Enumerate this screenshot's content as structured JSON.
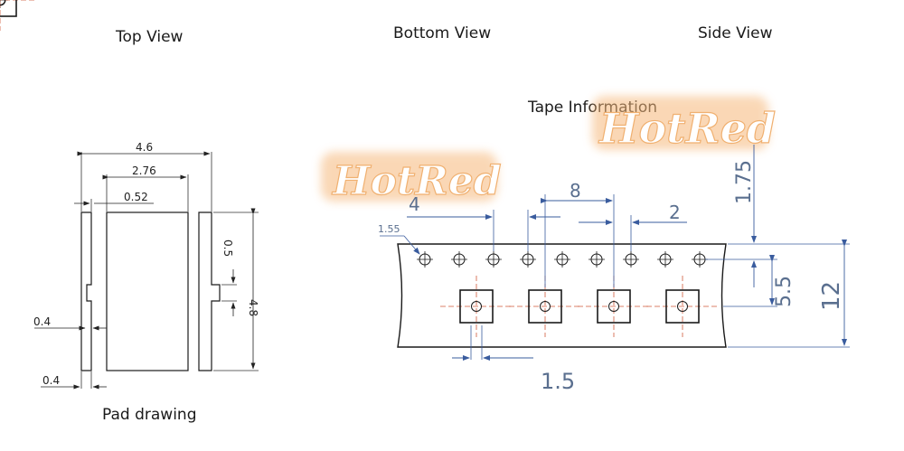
{
  "headings": {
    "top_view": "Top View",
    "bottom_view": "Bottom View",
    "side_view": "Side View",
    "tape_information": "Tape Information",
    "pad_drawing": "Pad drawing"
  },
  "watermark": {
    "text": "HotRed",
    "color": "#f0b070"
  },
  "pad_dims": {
    "overall_width": "4.6",
    "inner_width": "2.76",
    "gap": "0.52",
    "notch": "0.5",
    "height": "4.8",
    "tab_width": "0.4",
    "pad_width": "0.4"
  },
  "tape_dims": {
    "sprocket_pitch": "4",
    "pocket_pitch": "8",
    "hole_to_pocket": "2",
    "hole_diameter": "1.55",
    "edge_to_holes": "1.75",
    "hole_to_center": "5.5",
    "tape_width": "12",
    "pocket_hole": "1.5"
  },
  "colors": {
    "dimension_blue": "#3a5c9e",
    "center_line": "#d05a3a",
    "outline": "#1a1a1a"
  }
}
